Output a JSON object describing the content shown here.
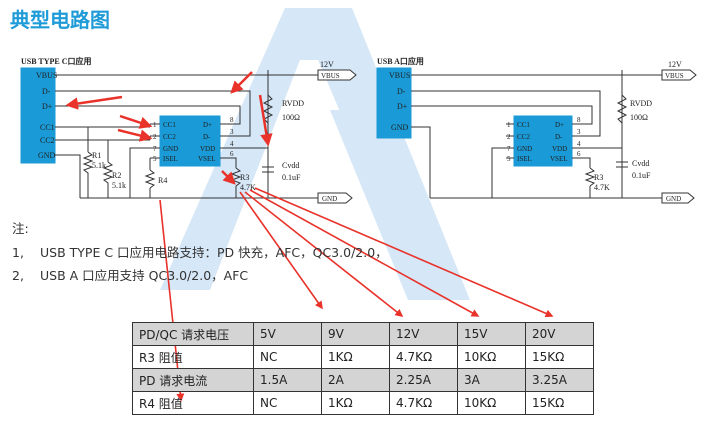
{
  "page_title": "典型电路图",
  "left_circuit": {
    "heading": "USB TYPE C口应用",
    "port_pins": [
      "VBUS",
      "D-",
      "D+",
      "CC1",
      "CC2",
      "GND"
    ],
    "chip_left_pins": [
      {
        "num": "1",
        "name": "CC1"
      },
      {
        "num": "2",
        "name": "CC2"
      },
      {
        "num": "7",
        "name": "GND"
      },
      {
        "num": "5",
        "name": "ISEL"
      }
    ],
    "chip_right_pins": [
      {
        "num": "8",
        "name": "D+"
      },
      {
        "num": "3",
        "name": "D-"
      },
      {
        "num": "4",
        "name": "VDD"
      },
      {
        "num": "6",
        "name": "VSEL"
      }
    ],
    "net_12v": "12V",
    "net_vbus": "VBUS",
    "net_gnd": "GND",
    "rvdd_label": "RVDD",
    "rvdd_value": "100Ω",
    "cvdd_label": "Cvdd",
    "cvdd_value": "0.1uF",
    "r1_label": "R1",
    "r1_value": "5.1k",
    "r2_label": "R2",
    "r2_value": "5.1k",
    "r3_label": "R3",
    "r3_value": "4.7K",
    "r4_label": "R4"
  },
  "right_circuit": {
    "heading": "USB A口应用",
    "port_pins": [
      "VBUS",
      "D-",
      "D+",
      "GND"
    ],
    "chip_left_pins": [
      {
        "num": "1",
        "name": "CC1"
      },
      {
        "num": "2",
        "name": "CC2"
      },
      {
        "num": "7",
        "name": "GND"
      },
      {
        "num": "5",
        "name": "ISEL"
      }
    ],
    "chip_right_pins": [
      {
        "num": "8",
        "name": "D+"
      },
      {
        "num": "3",
        "name": "D-"
      },
      {
        "num": "4",
        "name": "VDD"
      },
      {
        "num": "6",
        "name": "VSEL"
      }
    ],
    "net_12v": "12V",
    "net_vbus": "VBUS",
    "net_gnd": "GND",
    "rvdd_label": "RVDD",
    "rvdd_value": "100Ω",
    "cvdd_label": "Cvdd",
    "cvdd_value": "0.1uF",
    "r3_label": "R3",
    "r3_value": "4.7K"
  },
  "notes": {
    "heading": "注:",
    "items": [
      {
        "num": "1,",
        "text": "USB TYPE C 口应用电路支持：PD 快充，AFC，QC3.0/2.0，"
      },
      {
        "num": "2,",
        "text": "USB A 口应用支持 QC3.0/2.0，AFC"
      }
    ]
  },
  "table": {
    "rows": [
      [
        "PD/QC 请求电压",
        "5V",
        "9V",
        "12V",
        "15V",
        "20V"
      ],
      [
        "R3 阻值",
        "NC",
        "1KΩ",
        "4.7KΩ",
        "10KΩ",
        "15KΩ"
      ],
      [
        "PD 请求电流",
        "1.5A",
        "2A",
        "2.25A",
        "3A",
        "3.25A"
      ],
      [
        "R4 阻值",
        "NC",
        "1KΩ",
        "4.7KΩ",
        "10KΩ",
        "15KΩ"
      ]
    ]
  },
  "colors": {
    "title": "#1f9bd8",
    "chip": "#1a9ad6",
    "arrow": "#e8322a",
    "watermark": "#cfe3f6"
  }
}
